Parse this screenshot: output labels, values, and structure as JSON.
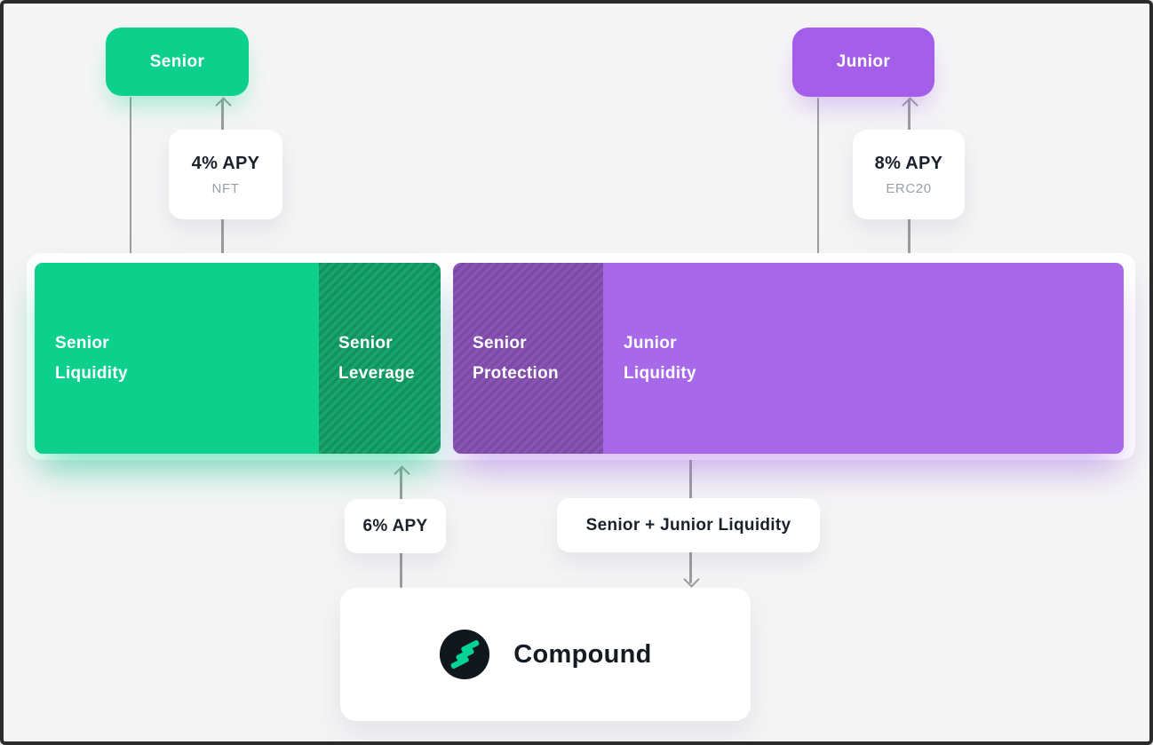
{
  "colors": {
    "senior_green": "#0cd08c",
    "senior_leverage_green": "#16a56b",
    "junior_purple": "#a769e9",
    "senior_protection_purple": "#8a53b6",
    "junior_token_purple": "#a45ee9",
    "compound_brand_green": "#00d395",
    "arrow_gray": "#9c9c9c",
    "background": "#f5f5f6"
  },
  "tokens": {
    "senior": {
      "label": "Senior"
    },
    "junior": {
      "label": "Junior"
    }
  },
  "yield_cards": {
    "senior": {
      "apy": "4% APY",
      "token_standard": "NFT"
    },
    "junior": {
      "apy": "8% APY",
      "token_standard": "ERC20"
    }
  },
  "pool": {
    "senior_liquidity": {
      "line1": "Senior",
      "line2": "Liquidity"
    },
    "senior_leverage": {
      "line1": "Senior",
      "line2": "Leverage"
    },
    "senior_protection": {
      "line1": "Senior",
      "line2": "Protection"
    },
    "junior_liquidity": {
      "line1": "Junior",
      "line2": "Liquidity"
    }
  },
  "bottom": {
    "underlying_yield_card": {
      "apy": "6% APY"
    },
    "flow_card": {
      "label": "Senior + Junior Liquidity"
    },
    "protocol_card": {
      "name": "Compound",
      "logo": "compound-logo"
    }
  }
}
